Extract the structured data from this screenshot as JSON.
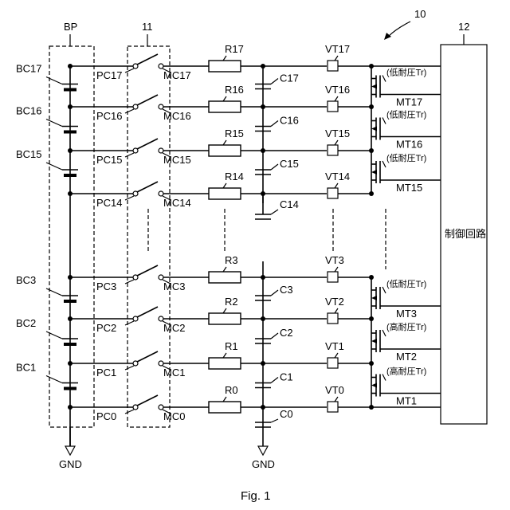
{
  "ref_system": "10",
  "ref_switch_block": "11",
  "ref_control": "12",
  "battery_pack_label": "BP",
  "control_circuit_label": "制御回路",
  "figure_caption": "Fig. 1",
  "gnd_label": "GND",
  "upper_stages": [
    {
      "bc": "BC17",
      "pc": "PC17",
      "mc": "MC17",
      "r": "R17",
      "c": "C17",
      "vt": "VT17",
      "mt": "MT17",
      "note": "(低耐圧Tr)"
    },
    {
      "bc": "BC16",
      "pc": "PC16",
      "mc": "MC16",
      "r": "R16",
      "c": "C16",
      "vt": "VT16",
      "mt": "MT16",
      "note": "(低耐圧Tr)"
    },
    {
      "bc": "BC15",
      "pc": "PC15",
      "mc": "MC15",
      "r": "R15",
      "c": "C15",
      "vt": "VT15",
      "mt": "MT15",
      "note": "(低耐圧Tr)"
    },
    {
      "pc": "PC14",
      "mc": "MC14",
      "r": "R14",
      "c": "C14",
      "vt": "VT14"
    }
  ],
  "lower_stages": [
    {
      "bc": "BC3",
      "pc": "PC3",
      "mc": "MC3",
      "r": "R3",
      "c": "C3",
      "vt": "VT3",
      "mt": "MT3",
      "note": "(低耐圧Tr)"
    },
    {
      "bc": "BC2",
      "pc": "PC2",
      "mc": "MC2",
      "r": "R2",
      "c": "C2",
      "vt": "VT2",
      "mt": "MT2",
      "note": "(高耐圧Tr)"
    },
    {
      "bc": "BC1",
      "pc": "PC1",
      "mc": "MC1",
      "r": "R1",
      "c": "C1",
      "vt": "VT1",
      "mt": "MT1",
      "note": "(高耐圧Tr)"
    },
    {
      "pc": "PC0",
      "mc": "MC0",
      "r": "R0",
      "c": "C0",
      "vt": "VT0"
    }
  ]
}
